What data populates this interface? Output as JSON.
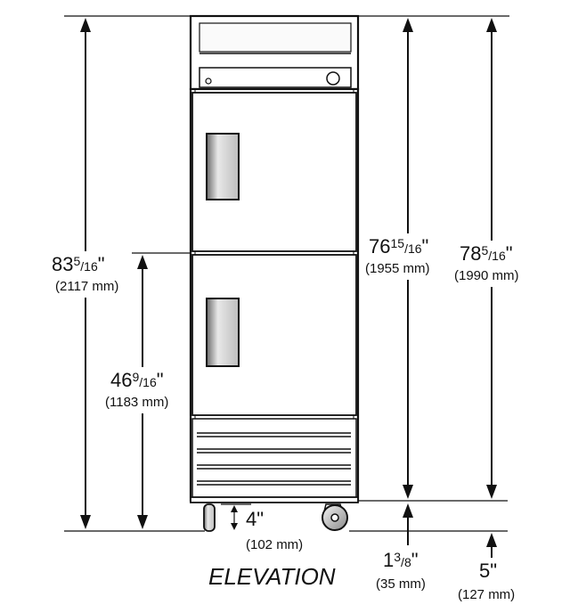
{
  "caption": "ELEVATION",
  "dimensions": {
    "overall_height": {
      "whole": "83",
      "num": "5",
      "den": "16",
      "mark": "\"",
      "metric": "(2117 mm)"
    },
    "lower_door_height": {
      "whole": "46",
      "num": "9",
      "den": "16",
      "mark": "\"",
      "metric": "(1183 mm)"
    },
    "cabinet_height": {
      "whole": "76",
      "num": "15",
      "den": "16",
      "mark": "\"",
      "metric": "(1955 mm)"
    },
    "body_height": {
      "whole": "78",
      "num": "5",
      "den": "16",
      "mark": "\"",
      "metric": "(1990 mm)"
    },
    "leg_height": {
      "text": "4\"",
      "metric": "(102 mm)"
    },
    "castor_gap": {
      "whole": "1",
      "num": "3",
      "den": "8",
      "mark": "\"",
      "metric": "(35 mm)"
    },
    "castor_height": {
      "text": "5\"",
      "metric": "(127 mm)"
    }
  },
  "colors": {
    "line": "#111111",
    "fill": "#ffffff",
    "handle_shade": "#c8c8c8"
  }
}
